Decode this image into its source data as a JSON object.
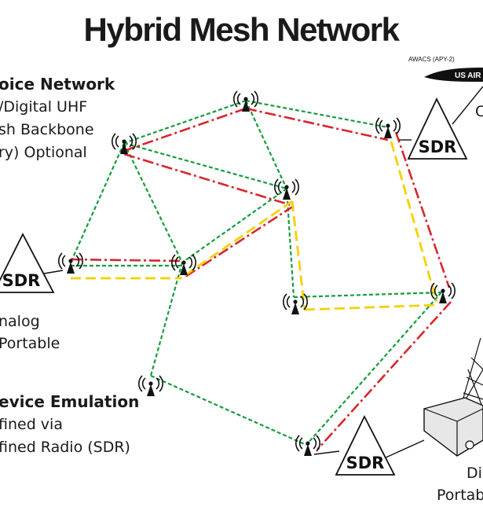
{
  "title": "Hybrid Mesh Network",
  "left_labels": {
    "voice_network": {
      "heading": "oice Network",
      "line1": "/Digital UHF",
      "line2": "sh Backbone",
      "line3": "ry) Optional"
    },
    "analog": {
      "line1": "nalog",
      "line2": "Portable"
    },
    "device_emulation": {
      "heading": "evice Emulation",
      "line1": "fined via",
      "line2": "fined Radio (SDR)"
    }
  },
  "sdr_label": "SDR",
  "awacs_label": "AWACS (APY-2)",
  "aircraft_text": "US AIR",
  "right_partial": "C",
  "bottom_right": {
    "line1": "Di",
    "line2": "Portab"
  },
  "colors": {
    "green": "#169c3c",
    "red": "#d8262c",
    "yellow": "#f4d000",
    "ink": "#1a1a1a"
  }
}
